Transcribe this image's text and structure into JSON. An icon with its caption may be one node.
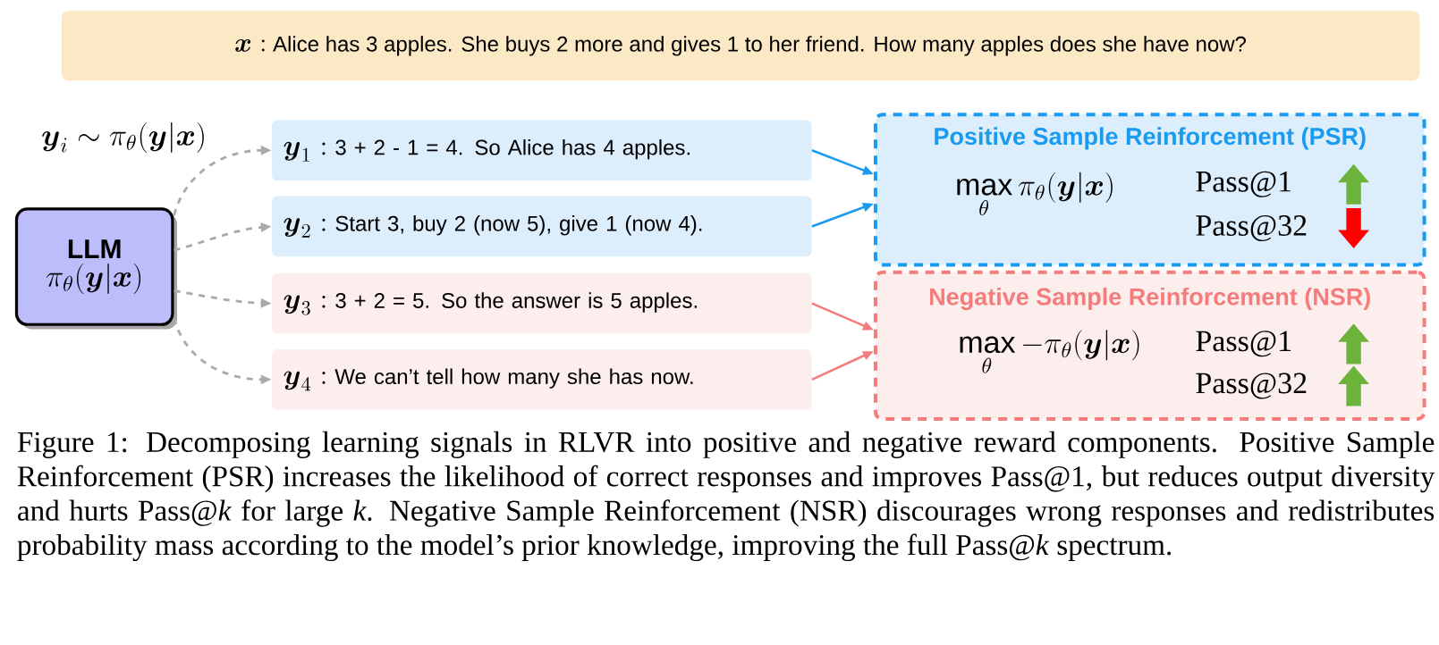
{
  "diagram": {
    "caption": "Figure 1: Decomposing learning signals in RLVR into positive and negative reward components. Positive Sample Reinforcement (PSR) increases the likelihood of correct responses and improves Pass@1, but reduces output diversity and hurts Pass@*k* for large *k*. Negative Sample Reinforcement (NSR) discourages wrong responses and redistributes probability mass according to the model’s prior knowledge, improving the full Pass@*k* spectrum.",
    "nodes": [
      {
        "text": [
          "\\boldsymbol{x}:",
          "Alice has 3 apples. She buys 2 more and gives 1 to her friend. How many apples does she have now?"
        ]
      },
      {
        "text": [
          "LLM",
          "\\pi_\\theta(\\boldsymbol{y}|\\boldsymbol{x})"
        ]
      },
      {
        "text": [
          "\\boldsymbol{y}_1:",
          "3 + 2 - 1 = 4. So Alice has 4 apples."
        ]
      },
      {
        "text": [
          "\\boldsymbol{y}_2:",
          "Start 3, buy 2 (now 5), give 1 (now 4)."
        ]
      },
      {
        "text": [
          "\\boldsymbol{y}_3:",
          "3 + 2 = 5. So the answer is 5 apples."
        ]
      },
      {
        "text": [
          "\\boldsymbol{y}_4:",
          "We can’t tell how many she has now."
        ]
      },
      {
        "text": [
          "Positive Sample Reinforcement (PSR)",
          "\\max_\\theta \\pi_\\theta(\\boldsymbol{y}|\\boldsymbol{x})",
          "Pass@1",
          "Pass@32"
        ]
      },
      {
        "text": [],
        "shape": "up-arrow",
        "in": 6
      },
      {
        "text": [],
        "shape": "down-arrow",
        "in": 6
      },
      {
        "text": [
          "Negative Sample Reinforcement (NSR)",
          "\\max_\\theta -\\pi_\\theta(\\boldsymbol{y}|\\boldsymbol{x})",
          "Pass@1",
          "Pass@32"
        ]
      },
      {
        "text": [],
        "shape": "up-arrow",
        "in": 9
      },
      {
        "text": [],
        "shape": "up-arrow",
        "in": 9
      }
    ],
    "edges": [
      {
        "from": 1,
        "to": 2,
        "arrow": "to",
        "style": "dashed",
        "color": "#aaaaaa"
      },
      {
        "from": 1,
        "to": 3,
        "arrow": "to",
        "style": "dashed",
        "color": "#aaaaaa"
      },
      {
        "from": 1,
        "to": 4,
        "arrow": "to",
        "style": "dashed",
        "color": "#aaaaaa"
      },
      {
        "from": 1,
        "to": 5,
        "arrow": "to",
        "style": "dashed",
        "color": "#aaaaaa"
      },
      {
        "from": 2,
        "to": 6,
        "arrow": "to",
        "color": "#1a9bf0"
      },
      {
        "from": 3,
        "to": 6,
        "arrow": "to",
        "color": "#1a9bf0"
      },
      {
        "from": 4,
        "to": 9,
        "arrow": "to",
        "color": "#f47c7c"
      },
      {
        "from": 5,
        "to": 9,
        "arrow": "to",
        "color": "#f47c7c"
      }
    ],
    "labels": [
      "\\boldsymbol{y}_i \\sim \\pi_\\theta(\\boldsymbol{y}|\\boldsymbol{x})"
    ]
  }
}
